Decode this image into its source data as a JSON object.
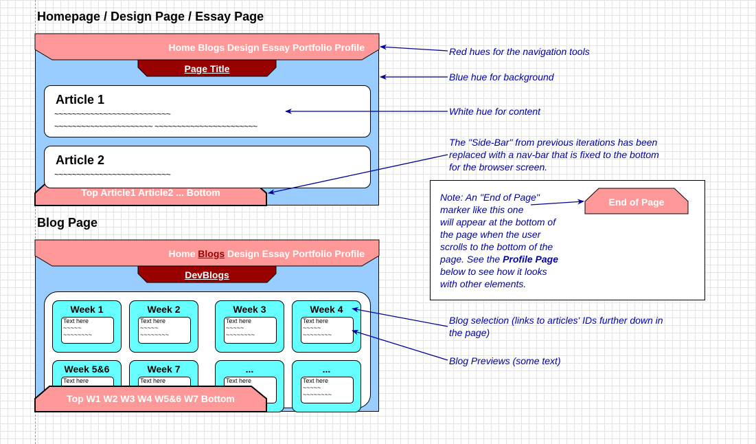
{
  "colors": {
    "nav": "#ff9999",
    "title_bar": "#990000",
    "background": "#99ccff",
    "content": "#ffffff",
    "week": "#66ffff",
    "annotation": "#0000aa",
    "arrow": "#000099"
  },
  "homepage": {
    "section_title": "Homepage / Design Page / Essay Page",
    "nav": "Home Blogs Design Essay Portfolio Profile",
    "page_title": "Page Title",
    "articles": [
      {
        "title": "Article 1",
        "line1": "~~~~~~~~~~~~~~~~~~~~~~~~~~",
        "line2": "~~~~~~~~~~~~~~~~~~~~~~ ~~~~~~~~~~~~~~~~~~~~~~~"
      },
      {
        "title": "Article 2",
        "line1": "~~~~~~~~~~~~~~~~~~~~~~~~~~"
      }
    ],
    "bottom_nav": "Top Article1 Article2 ... Bottom"
  },
  "blog": {
    "section_title": "Blog Page",
    "nav_pre": "Home ",
    "nav_active": "Blogs",
    "nav_post": " Design Essay Portfolio Profile",
    "page_title": "DevBlogs",
    "weeks": [
      {
        "title": "Week 1"
      },
      {
        "title": "Week 2"
      },
      {
        "title": "Week 3"
      },
      {
        "title": "Week 4"
      },
      {
        "title": "Week 5&6"
      },
      {
        "title": "Week 7"
      },
      {
        "title": "..."
      },
      {
        "title": "..."
      }
    ],
    "preview_lines": [
      "Text here",
      "~~~~~",
      "~~~~~~~~"
    ],
    "bottom_nav": "Top W1 W2 W3 W4 W5&6 W7 Bottom"
  },
  "annotations": {
    "red": "Red hues for the navigation tools",
    "blue": "Blue hue for background",
    "white": "White hue for content",
    "sidebar": [
      "The \"Side-Bar\" from previous iterations has been",
      "replaced with a nav-bar that is fixed to the bottom",
      "for the browser screen."
    ],
    "blog_selection": [
      "Blog selection (links to articles' IDs further down in",
      "the page)"
    ],
    "blog_previews": "Blog Previews (some text)"
  },
  "note": {
    "lines": [
      [
        "Note: An \"End of Page\""
      ],
      [
        "marker like this one"
      ],
      [
        "will appear at the bottom of"
      ],
      [
        "the page when the user"
      ],
      [
        "scrolls to the bottom of the"
      ],
      [
        "page. See the ",
        "Profile Page"
      ],
      [
        "below to see how it looks"
      ],
      [
        "with other elements."
      ]
    ],
    "end_marker": "End of Page"
  }
}
